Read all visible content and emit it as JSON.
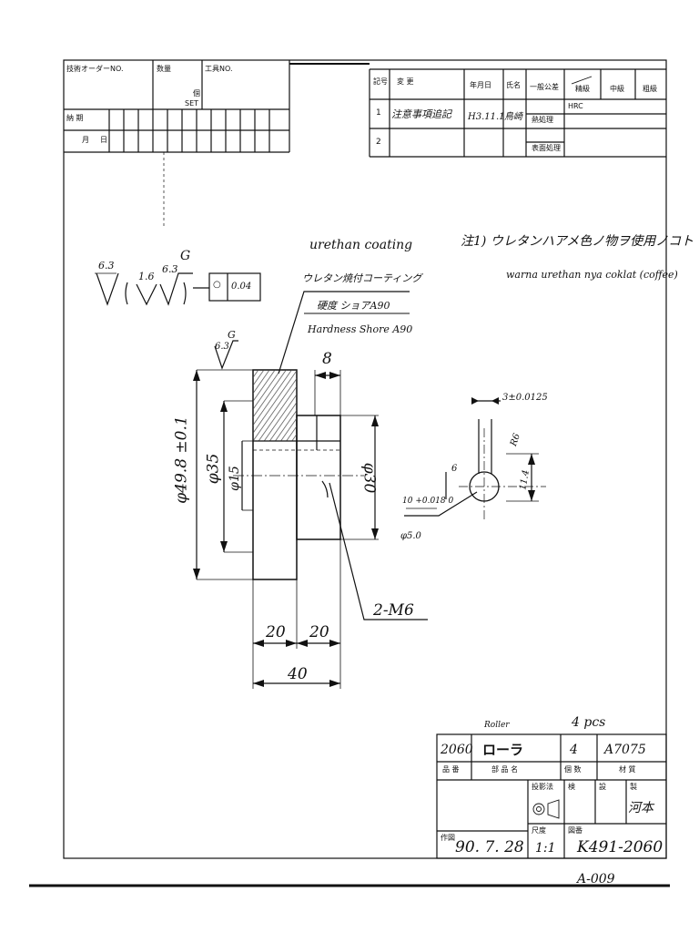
{
  "header_left": {
    "tech_order_label": "技術オーダーNO.",
    "quantity_label": "数量",
    "tool_no_label": "工具NO.",
    "each_label": "個",
    "set_label": "SET",
    "delivery_label": "納 期",
    "month_label": "月",
    "day_label": "日"
  },
  "revision_table": {
    "symbol_label": "記号",
    "change_label": "変 更",
    "date_label": "年月日",
    "name_label": "氏名",
    "rev1_mark": "1",
    "rev1_text": "注意事項追記",
    "rev1_date": "H3.11.1",
    "rev1_name": "鳥崎",
    "rev2_mark": "2"
  },
  "tolerance_table": {
    "general_label": "一般公差",
    "fine_label": "精級",
    "medium_label": "中級",
    "coarse_label": "粗級",
    "heat_label": "熱処理",
    "hrc_value": "HRC",
    "surface_label": "表面処理"
  },
  "drawing": {
    "roughness_1": "6.3",
    "roughness_2": "1.6",
    "roughness_3": "6.3",
    "datum_g_top": "G",
    "circularity_symbol": "○",
    "circularity_value": "0.04",
    "roughness_g_value": "6.3",
    "datum_g_side": "G",
    "coating_en": "urethan coating",
    "coating_jp": "ウレタン焼付コーティング",
    "hardness_jp": "硬度 ショアA90",
    "hardness_en": "Hardness Shore A90",
    "note_jp": "注1) ウレタンハアメ色ノ物ヲ使用ノコト",
    "note_en": "warna urethan nya coklat (coffee)",
    "dim_49_8": "φ49.8 ±0.1",
    "dim_35": "φ35",
    "dim_15": "φ15",
    "dim_30": "φ30",
    "dim_8": "8",
    "dim_20a": "20",
    "dim_20b": "20",
    "dim_40": "40",
    "thread_label": "2-M6",
    "keyway_top": "3±0.0125",
    "keyway_r": "R6",
    "keyway_h": "11.4",
    "keyway_6": "6",
    "bore_tol": "10 +0.018 0",
    "bore_dia": "φ5.0"
  },
  "title_block": {
    "roller_en": "Roller",
    "qty_note": "4 pcs",
    "part_no": "2060",
    "part_name": "ローラ",
    "qty_mark": "4",
    "material": "A7075",
    "hin_ban_label": "品 番",
    "buhin_mei_label": "部 品 名",
    "kosu_label": "個 数",
    "zaishitsu_label": "材 質",
    "projection_label": "投影法",
    "check_label": "検",
    "approve_label": "設",
    "drafter_label": "製",
    "drafter_name": "河本",
    "made_label": "作図",
    "date_value": "90. 7. 28",
    "scale_label": "尺度",
    "scale_value": "1:1",
    "drawing_no_label": "図番",
    "drawing_no": "K491-2060",
    "doc_ref": "A-009"
  }
}
